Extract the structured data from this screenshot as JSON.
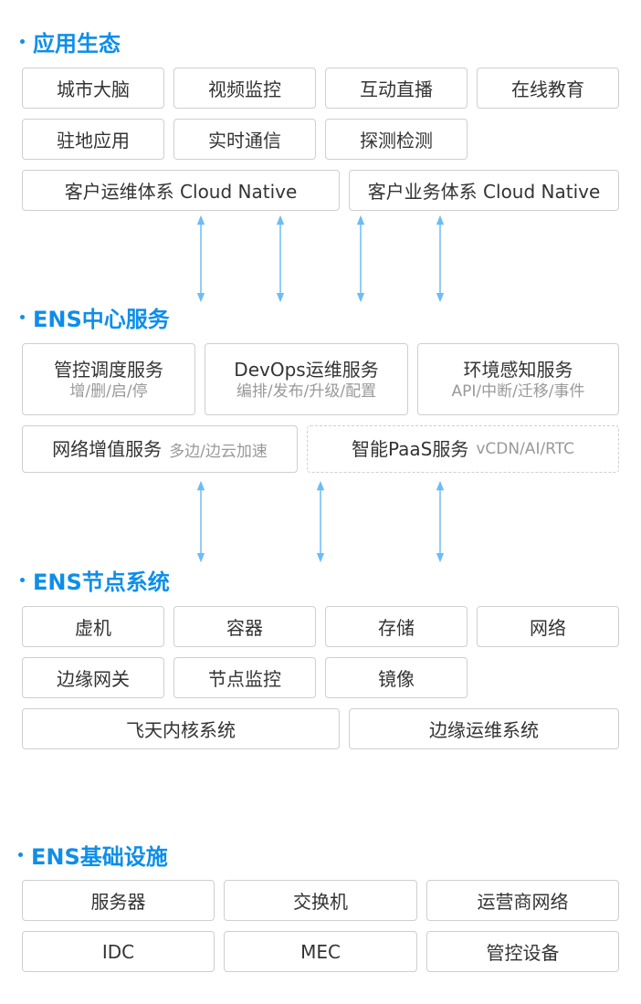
{
  "sections": {
    "ecosystem": {
      "title": "应用生态",
      "row1": [
        "城市大脑",
        "视频监控",
        "互动直播",
        "在线教育"
      ],
      "row2": [
        "驻地应用",
        "实时通信",
        "探测检测"
      ],
      "row3": [
        "客户运维体系 Cloud Native",
        "客户业务体系 Cloud Native"
      ]
    },
    "center": {
      "title": "ENS中心服务",
      "row1": [
        {
          "main": "管控调度服务",
          "sub": "增/删/启/停"
        },
        {
          "main": "DevOps运维服务",
          "sub": "编排/发布/升级/配置"
        },
        {
          "main": "环境感知服务",
          "sub": "API/中断/迁移/事件"
        }
      ],
      "row2": [
        {
          "main": "网络增值服务",
          "sub": "多边/边云加速"
        },
        {
          "main": "智能PaaS服务",
          "sub": "vCDN/AI/RTC"
        }
      ]
    },
    "node": {
      "title": "ENS节点系统",
      "row1": [
        "虚机",
        "容器",
        "存储",
        "网络"
      ],
      "row2": [
        "边缘网关",
        "节点监控",
        "镜像"
      ],
      "row3": [
        "飞天内核系统",
        "边缘运维系统"
      ]
    },
    "infra": {
      "title": "ENS基础设施",
      "row1": [
        "服务器",
        "交换机",
        "运营商网络"
      ],
      "row2": [
        "IDC",
        "MEC",
        "管控设备"
      ]
    }
  },
  "colors": {
    "accent": "#0e8ee9",
    "arrow": "#6cbcf5",
    "border": "#cfcfcf",
    "subtext": "#999999"
  }
}
